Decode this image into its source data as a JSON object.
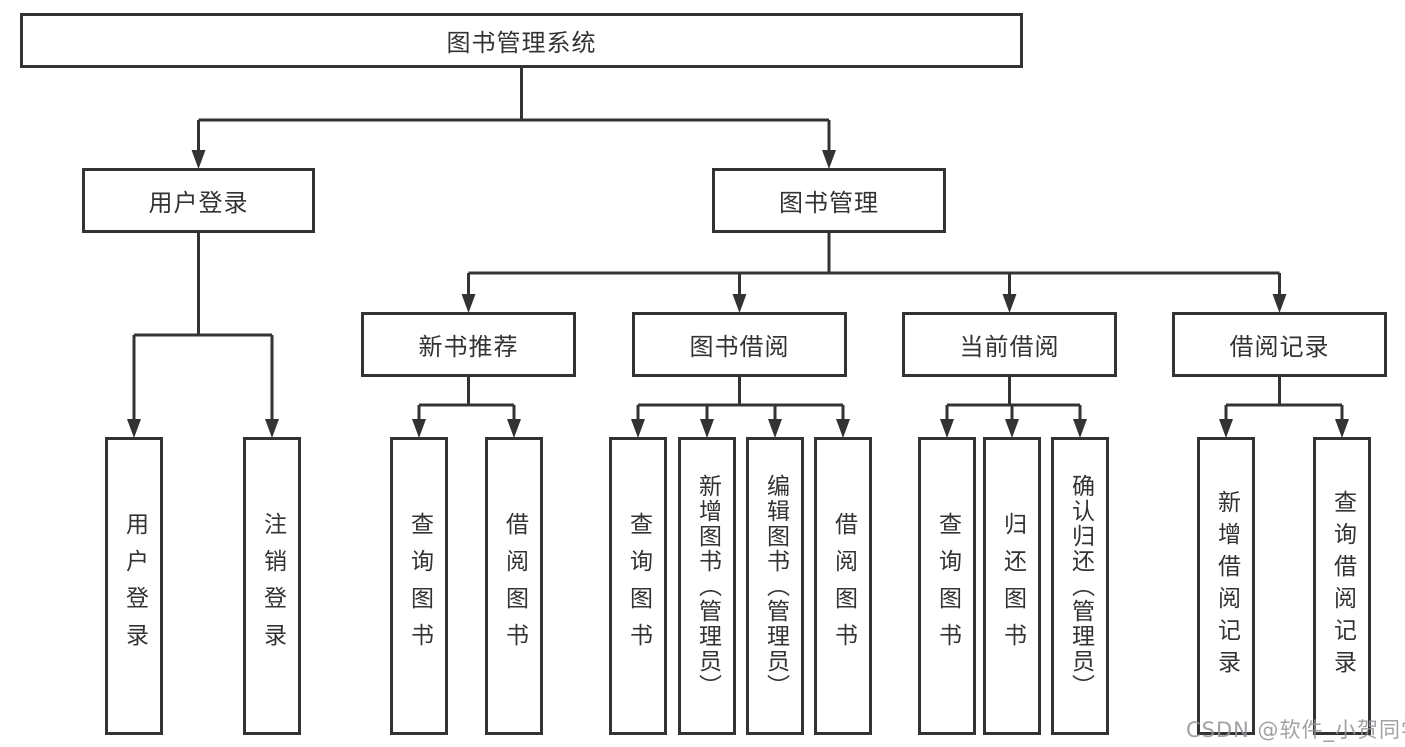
{
  "page": {
    "watermark": "CSDN @软件_小贺同学"
  },
  "diagram": {
    "type": "hierarchy-tree",
    "title": "图书管理系统",
    "line_color": "#333333",
    "text_color": "#333333",
    "box_background": "#ffffff",
    "nodes": [
      {
        "id": "root",
        "label": "图书管理系统",
        "level": 1,
        "parent": null
      },
      {
        "id": "user-login-group",
        "label": "用户登录",
        "level": 2,
        "parent": "root"
      },
      {
        "id": "book-mgmt",
        "label": "图书管理",
        "level": 2,
        "parent": "root"
      },
      {
        "id": "new-book-rec",
        "label": "新书推荐",
        "level": 3,
        "parent": "book-mgmt"
      },
      {
        "id": "book-borrow",
        "label": "图书借阅",
        "level": 3,
        "parent": "book-mgmt"
      },
      {
        "id": "current-borrow",
        "label": "当前借阅",
        "level": 3,
        "parent": "book-mgmt"
      },
      {
        "id": "borrow-records",
        "label": "借阅记录",
        "level": 3,
        "parent": "book-mgmt"
      },
      {
        "id": "leaf-user-login",
        "label": "用户登录",
        "level": 4,
        "parent": "user-login-group"
      },
      {
        "id": "leaf-logout",
        "label": "注销登录",
        "level": 4,
        "parent": "user-login-group"
      },
      {
        "id": "leaf-query-book-1",
        "label": "查询图书",
        "level": 4,
        "parent": "new-book-rec"
      },
      {
        "id": "leaf-borrow-book-1",
        "label": "借阅图书",
        "level": 4,
        "parent": "new-book-rec"
      },
      {
        "id": "leaf-query-book-2",
        "label": "查询图书",
        "level": 4,
        "parent": "book-borrow"
      },
      {
        "id": "leaf-add-book",
        "label": "新增图书（管理员）",
        "level": 4,
        "parent": "book-borrow"
      },
      {
        "id": "leaf-edit-book",
        "label": "编辑图书（管理员）",
        "level": 4,
        "parent": "book-borrow"
      },
      {
        "id": "leaf-borrow-book-2",
        "label": "借阅图书",
        "level": 4,
        "parent": "book-borrow"
      },
      {
        "id": "leaf-query-book-3",
        "label": "查询图书",
        "level": 4,
        "parent": "current-borrow"
      },
      {
        "id": "leaf-return-book",
        "label": "归还图书",
        "level": 4,
        "parent": "current-borrow"
      },
      {
        "id": "leaf-confirm-return",
        "label": "确认归还（管理员）",
        "level": 4,
        "parent": "current-borrow"
      },
      {
        "id": "leaf-add-borrow-record",
        "label": "新增借阅记录",
        "level": 4,
        "parent": "borrow-records"
      },
      {
        "id": "leaf-query-borrow-record",
        "label": "查询借阅记录",
        "level": 4,
        "parent": "borrow-records"
      }
    ]
  }
}
